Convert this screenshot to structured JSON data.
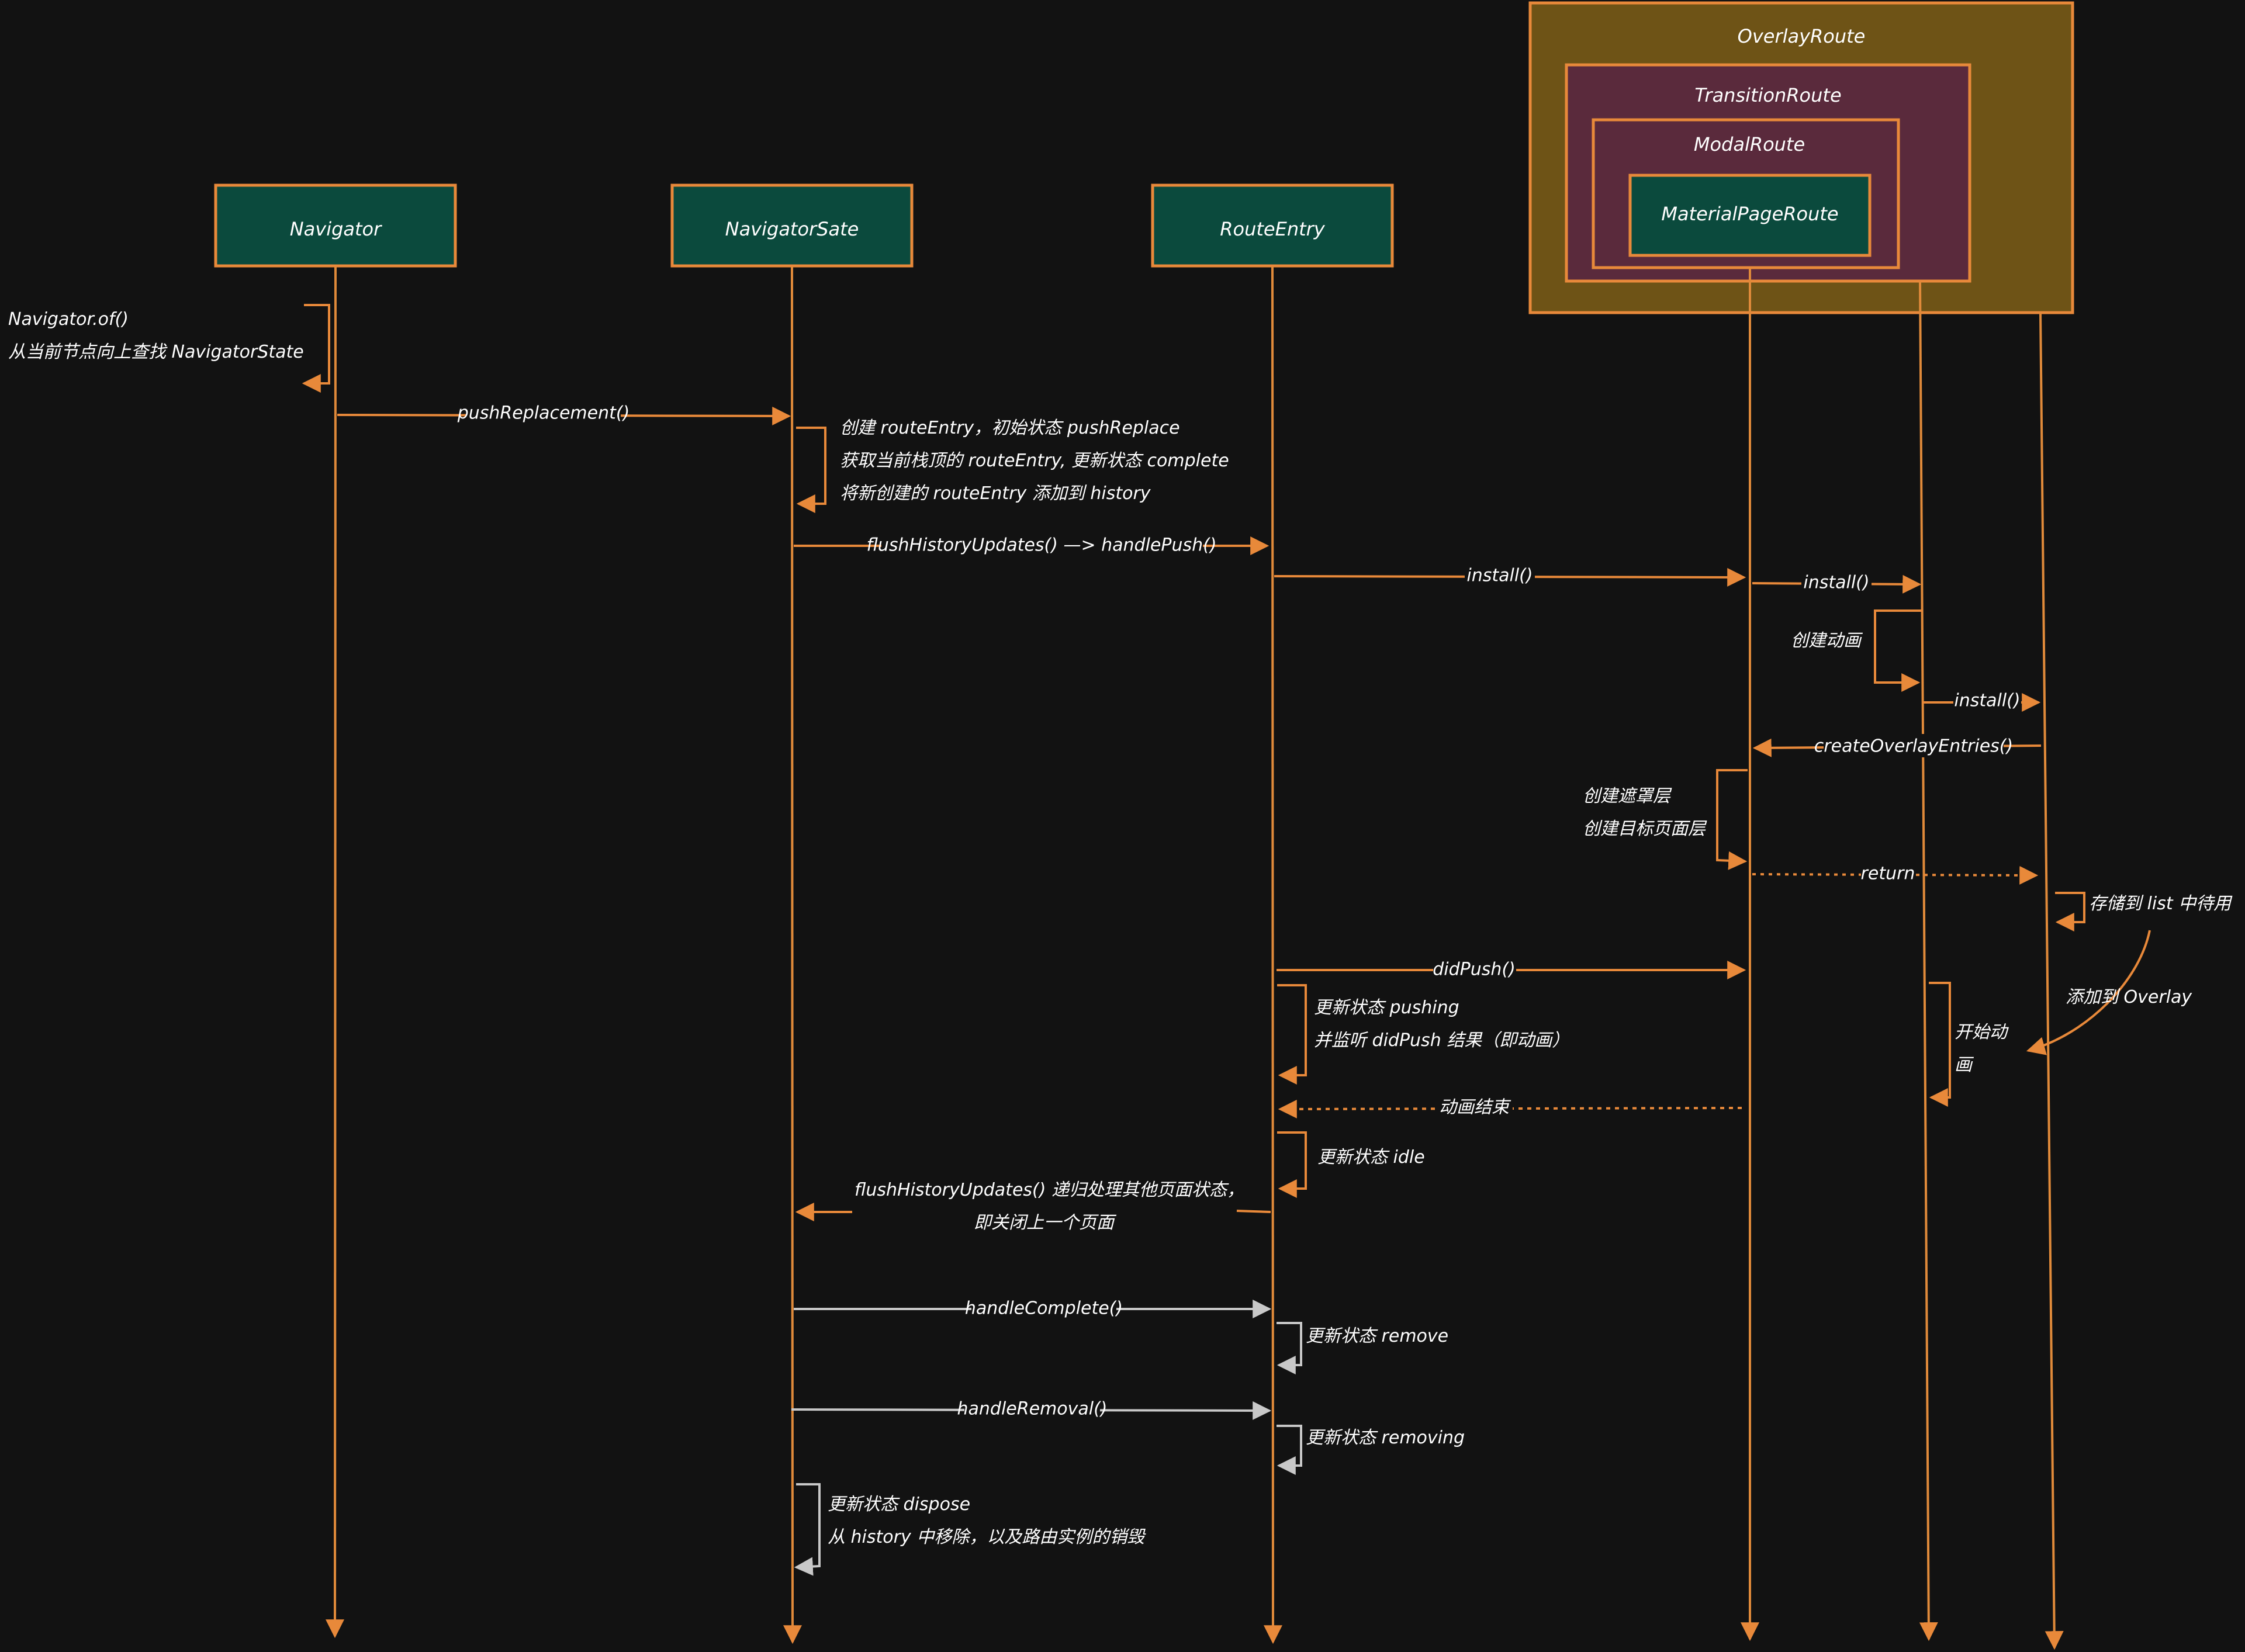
{
  "theme": {
    "background": "#121212",
    "accent": "#e8893a",
    "lifeline": "#e08a3a",
    "header_fill": "#0b4a3d",
    "overlay_fill": "#6e5316",
    "route_fill": "#5a2a3c",
    "muted_line": "#c8c8c8",
    "text": "#ffffff"
  },
  "participants": {
    "navigator": "Navigator",
    "navigator_state": "NavigatorSate",
    "route_entry": "RouteEntry",
    "overlay_route": "OverlayRoute",
    "transition_route": "TransitionRoute",
    "modal_route": "ModalRoute",
    "material_page_route": "MaterialPageRoute"
  },
  "messages": {
    "navigator_of": "Navigator.of()",
    "navigator_of_note": "从当前节点向上查找 NavigatorState",
    "push_replacement": "pushReplacement()",
    "create_entry_1": "创建 routeEntry，初始状态 pushReplace",
    "create_entry_2": "获取当前栈顶的 routeEntry, 更新状态 complete",
    "create_entry_3": "将新创建的 routeEntry 添加到 history",
    "flush_handle_push": "flushHistoryUpdates() —> handlePush()",
    "install_1": "install()",
    "install_2": "install()",
    "create_animation": "创建动画",
    "install_3": "install()",
    "create_overlay_entries": "createOverlayEntries()",
    "create_mask_layer": "创建遮罩层",
    "create_page_layer": "创建目标页面层",
    "return_label": "return",
    "store_in_list": "存储到 list 中待用",
    "did_push": "didPush()",
    "add_to_overlay": "添加到 Overlay",
    "pushing_1": "更新状态 pushing",
    "pushing_2": "并监听 didPush 结果（即动画）",
    "start_anim_1": "开始动",
    "start_anim_2": "画",
    "anim_end": "动画结束",
    "idle": "更新状态 idle",
    "flush_recursive_1": "flushHistoryUpdates() 递归处理其他页面状态，",
    "flush_recursive_2": "即关闭上一个页面",
    "handle_complete": "handleComplete()",
    "remove": "更新状态 remove",
    "handle_removal": "handleRemoval()",
    "removing": "更新状态 removing",
    "dispose_1": "更新状态 dispose",
    "dispose_2": "从 history 中移除，以及路由实例的销毁"
  }
}
